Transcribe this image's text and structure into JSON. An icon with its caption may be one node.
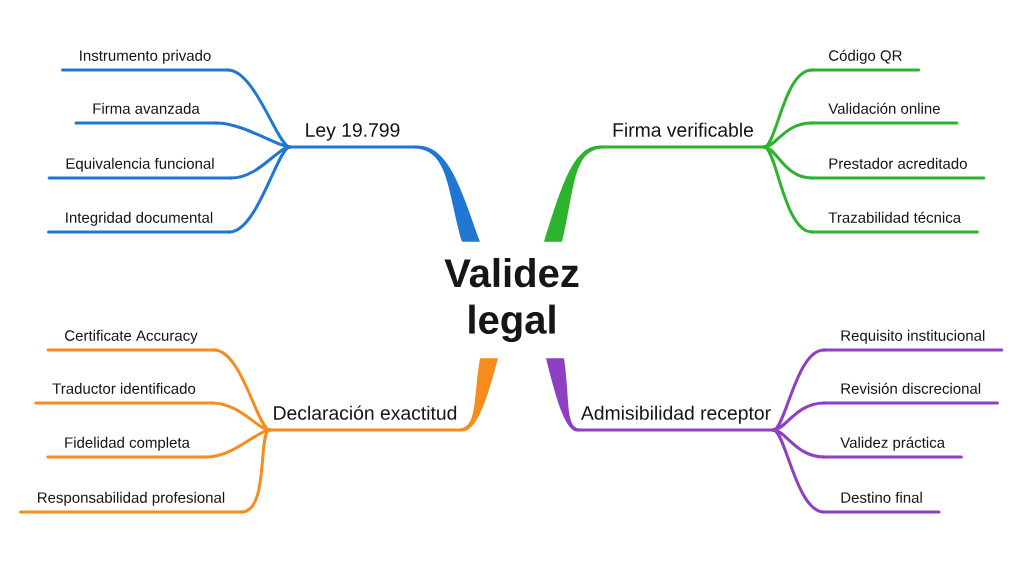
{
  "diagram": {
    "nodes": [
      {
        "text": [
          "Validez legal"
        ]
      },
      {
        "text": [
          "Ley 19.799"
        ]
      },
      {
        "text": [
          "Instrumento privado"
        ]
      },
      {
        "text": [
          "Firma avanzada"
        ]
      },
      {
        "text": [
          "Equivalencia funcional"
        ]
      },
      {
        "text": [
          "Integridad documental"
        ]
      },
      {
        "text": [
          "Firma verificable"
        ]
      },
      {
        "text": [
          "Código QR"
        ]
      },
      {
        "text": [
          "Validación online"
        ]
      },
      {
        "text": [
          "Prestador acreditado"
        ]
      },
      {
        "text": [
          "Trazabilidad técnica"
        ]
      },
      {
        "text": [
          "Declaración exactitud"
        ]
      },
      {
        "text": [
          "Certificate Accuracy"
        ]
      },
      {
        "text": [
          "Traductor identificado"
        ]
      },
      {
        "text": [
          "Fidelidad completa"
        ]
      },
      {
        "text": [
          "Responsabilidad profesional"
        ]
      },
      {
        "text": [
          "Admisibilidad receptor"
        ]
      },
      {
        "text": [
          "Requisito institucional"
        ]
      },
      {
        "text": [
          "Revisión discrecional"
        ]
      },
      {
        "text": [
          "Validez práctica"
        ]
      },
      {
        "text": [
          "Destino final"
        ]
      }
    ],
    "edges": [
      {
        "from": 0,
        "to": 1,
        "arrow": "none",
        "style": "thick",
        "color": "#1f77d2"
      },
      {
        "from": 1,
        "to": 2,
        "arrow": "none",
        "color": "#1f77d2"
      },
      {
        "from": 1,
        "to": 3,
        "arrow": "none",
        "color": "#1f77d2"
      },
      {
        "from": 1,
        "to": 4,
        "arrow": "none",
        "color": "#1f77d2"
      },
      {
        "from": 1,
        "to": 5,
        "arrow": "none",
        "color": "#1f77d2"
      },
      {
        "from": 0,
        "to": 6,
        "arrow": "none",
        "style": "thick",
        "color": "#2db32d"
      },
      {
        "from": 6,
        "to": 7,
        "arrow": "none",
        "color": "#2db32d"
      },
      {
        "from": 6,
        "to": 8,
        "arrow": "none",
        "color": "#2db32d"
      },
      {
        "from": 6,
        "to": 9,
        "arrow": "none",
        "color": "#2db32d"
      },
      {
        "from": 6,
        "to": 10,
        "arrow": "none",
        "color": "#2db32d"
      },
      {
        "from": 0,
        "to": 11,
        "arrow": "none",
        "style": "thick",
        "color": "#f78c1e"
      },
      {
        "from": 11,
        "to": 12,
        "arrow": "none",
        "color": "#f78c1e"
      },
      {
        "from": 11,
        "to": 13,
        "arrow": "none",
        "color": "#f78c1e"
      },
      {
        "from": 11,
        "to": 14,
        "arrow": "none",
        "color": "#f78c1e"
      },
      {
        "from": 11,
        "to": 15,
        "arrow": "none",
        "color": "#f78c1e"
      },
      {
        "from": 0,
        "to": 16,
        "arrow": "none",
        "style": "thick",
        "color": "#8e3fc2"
      },
      {
        "from": 16,
        "to": 17,
        "arrow": "none",
        "color": "#8e3fc2"
      },
      {
        "from": 16,
        "to": 18,
        "arrow": "none",
        "color": "#8e3fc2"
      },
      {
        "from": 16,
        "to": 19,
        "arrow": "none",
        "color": "#8e3fc2"
      },
      {
        "from": 16,
        "to": 20,
        "arrow": "none",
        "color": "#8e3fc2"
      }
    ]
  }
}
